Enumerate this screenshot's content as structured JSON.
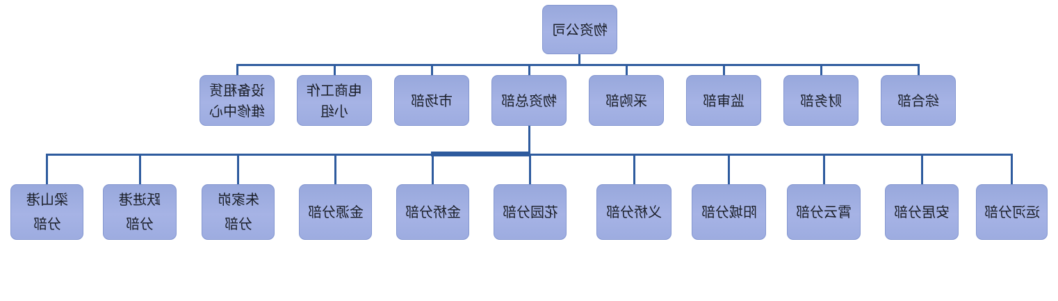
{
  "page": {
    "background": "#ffffff"
  },
  "palette": {
    "node_fill_top": "#98a8dc",
    "node_fill_bottom": "#a6b3e5",
    "node_border": "#8396d0",
    "connector": "#2e5b9e",
    "text": "#1a1e28"
  },
  "org": {
    "root": {
      "label": "物资公司"
    },
    "level2": [
      {
        "label": "设备租赁\n维修中心"
      },
      {
        "label": "电商工作\n小组"
      },
      {
        "label": "市场部"
      },
      {
        "label": "物资总部"
      },
      {
        "label": "采购部"
      },
      {
        "label": "监审部"
      },
      {
        "label": "财务部"
      },
      {
        "label": "综合部"
      }
    ],
    "level3": [
      {
        "label": "梁山港\n分部"
      },
      {
        "label": "跃进港\n分部"
      },
      {
        "label": "朱家峁\n分部"
      },
      {
        "label": "金源分部"
      },
      {
        "label": "金桥分部"
      },
      {
        "label": "花园分部"
      },
      {
        "label": "义桥分部"
      },
      {
        "label": "阳城分部"
      },
      {
        "label": "霄云分部"
      },
      {
        "label": "安居分部"
      },
      {
        "label": "运河分部"
      }
    ]
  }
}
